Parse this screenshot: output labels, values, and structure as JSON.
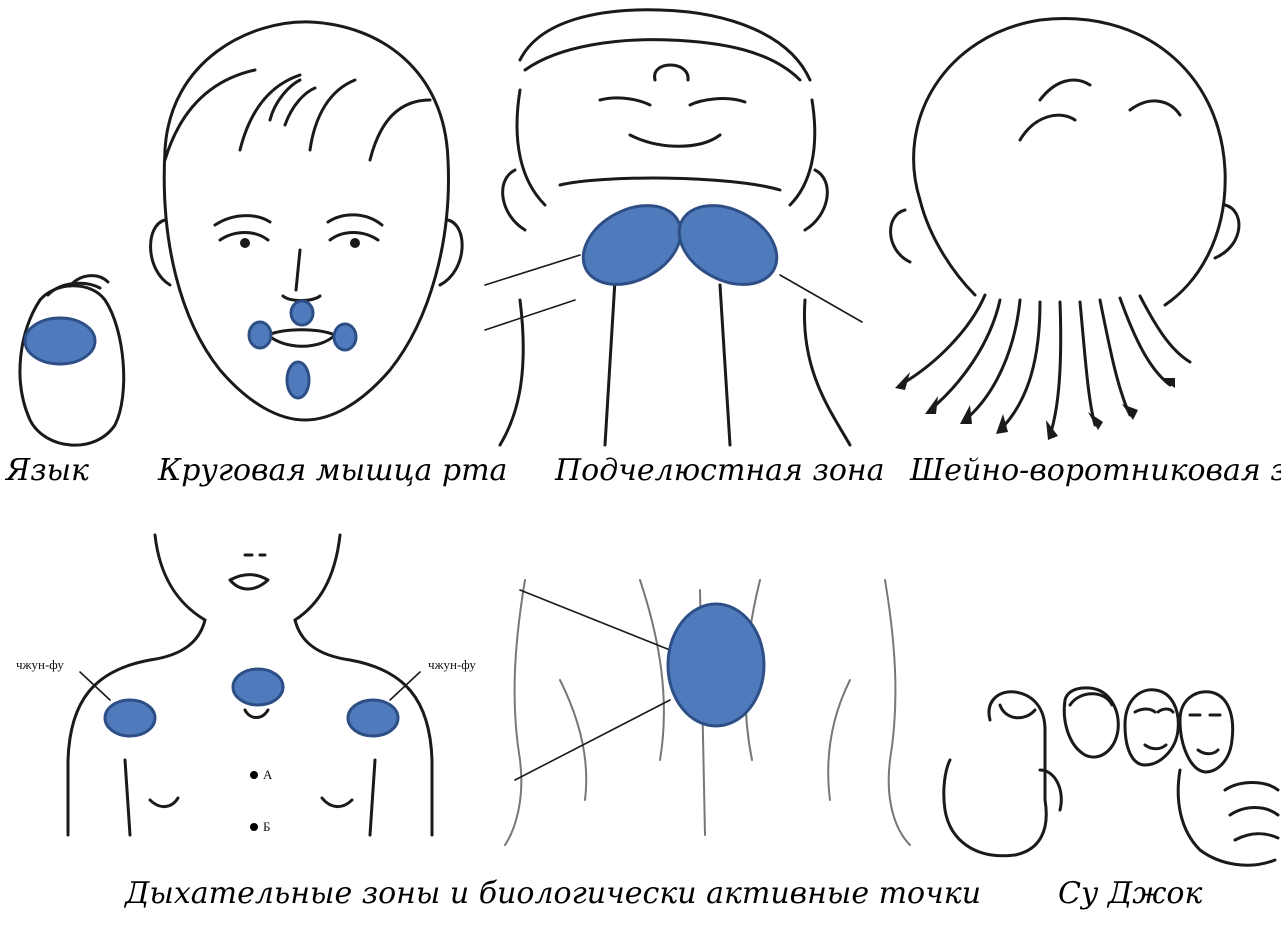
{
  "zone_colors": {
    "fill": "#4f7bbd",
    "stroke": "#2e4f86"
  },
  "captions": {
    "tongue": "Язык",
    "orbicularis": "Круговая мышца рта",
    "submandibular": "Подчелюстная зона",
    "neck_collar": "Шейно-воротниковая зона",
    "breathing": "Дыхательные зоны и биологически активные точки",
    "sujok": "Су Джок"
  },
  "point_labels": {
    "left_point": "чжун-фу",
    "right_point": "чжун-фу",
    "point_a": "А",
    "point_b": "Б"
  }
}
